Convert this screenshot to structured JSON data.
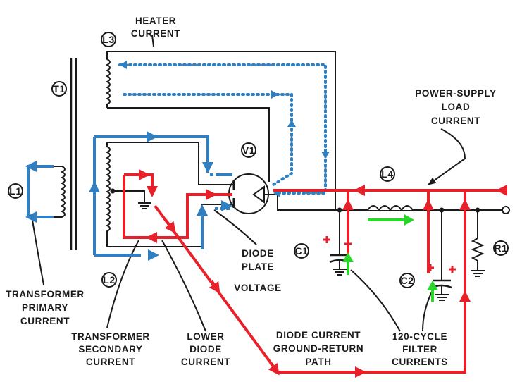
{
  "components": {
    "t1": "T1",
    "l1": "L1",
    "l2": "L2",
    "l3": "L3",
    "l4": "L4",
    "v1": "V1",
    "c1": "C1",
    "c2": "C2",
    "r1": "R1"
  },
  "labels": {
    "heater": [
      "HEATER",
      "CURRENT"
    ],
    "power_supply": [
      "POWER-SUPPLY",
      "LOAD",
      "CURRENT"
    ],
    "transformer_primary": [
      "TRANSFORMER",
      "PRIMARY",
      "CURRENT"
    ],
    "transformer_secondary": [
      "TRANSFORMER",
      "SECONDARY",
      "CURRENT"
    ],
    "lower_diode": [
      "LOWER",
      "DIODE",
      "CURRENT"
    ],
    "diode_plate": [
      "DIODE",
      "PLATE",
      "VOLTAGE"
    ],
    "ground_return": [
      "DIODE CURRENT",
      "GROUND-RETURN",
      "PATH"
    ],
    "filter": [
      "120-CYCLE",
      "FILTER",
      "CURRENTS"
    ]
  },
  "colors": {
    "wire": "#1a1a1a",
    "blue_current": "#2f7fc1",
    "red_current": "#e8202a",
    "green_current": "#2bd62b"
  }
}
